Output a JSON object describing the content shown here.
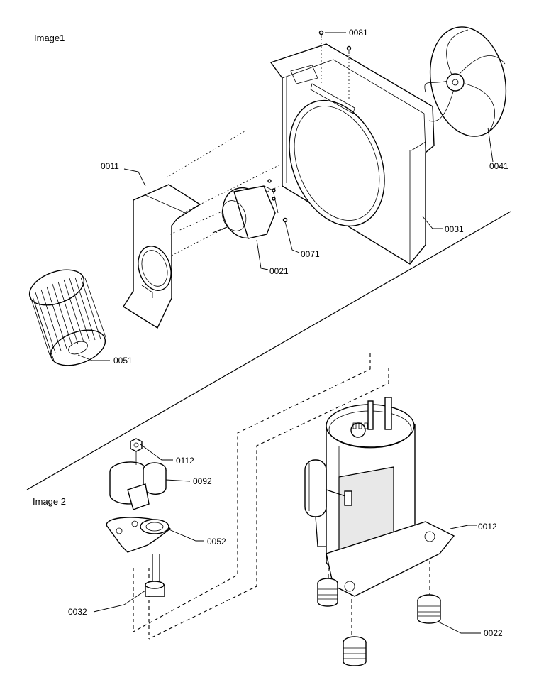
{
  "sections": {
    "image1_title": "Image1",
    "image2_title": "Image 2"
  },
  "callouts": {
    "p0081": "0081",
    "p0011": "0011",
    "p0041": "0041",
    "p0031": "0031",
    "p0071": "0071",
    "p0021": "0021",
    "p0051": "0051",
    "p0112": "0112",
    "p0092": "0092",
    "p0012": "0012",
    "p0052": "0052",
    "p0032": "0032",
    "p0022": "0022"
  }
}
